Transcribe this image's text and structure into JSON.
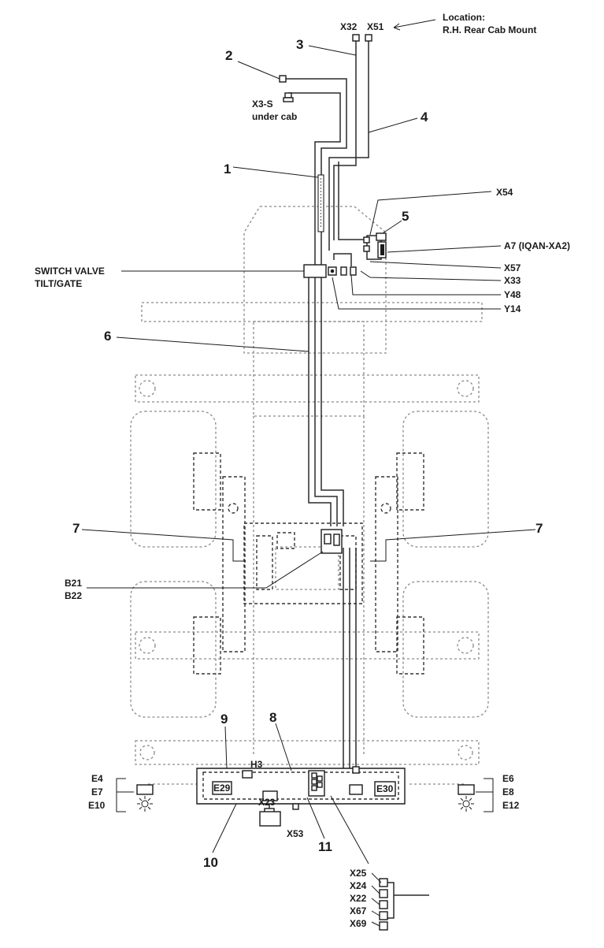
{
  "location": {
    "line1": "Location:",
    "line2": "R.H. Rear Cab Mount"
  },
  "connectors_top": {
    "x32": "X32",
    "x51": "X51"
  },
  "cab_connector": {
    "name": "X3-S",
    "note": "under cab"
  },
  "switch_valve": {
    "line1": "SWITCH VALVE",
    "line2": "TILT/GATE"
  },
  "right_callouts": {
    "x54": "X54",
    "a7": "A7 (IQAN-XA2)",
    "x57": "X57",
    "x33": "X33",
    "y48": "Y48",
    "y14": "Y14"
  },
  "sensors": {
    "b21": "B21",
    "b22": "B22"
  },
  "rear": {
    "h3": "H3",
    "x23": "X23",
    "x53": "X53",
    "e29": "E29",
    "e30": "E30"
  },
  "lamps_left": [
    "E4",
    "E7",
    "E10"
  ],
  "lamps_right": [
    "E6",
    "E8",
    "E12"
  ],
  "bottom_connectors": [
    "X25",
    "X24",
    "X22",
    "X67",
    "X69"
  ],
  "item_numbers": {
    "n1": "1",
    "n2": "2",
    "n3": "3",
    "n4": "4",
    "n5": "5",
    "n6": "6",
    "n7a": "7",
    "n7b": "7",
    "n8": "8",
    "n9": "9",
    "n10": "10",
    "n11": "11"
  }
}
